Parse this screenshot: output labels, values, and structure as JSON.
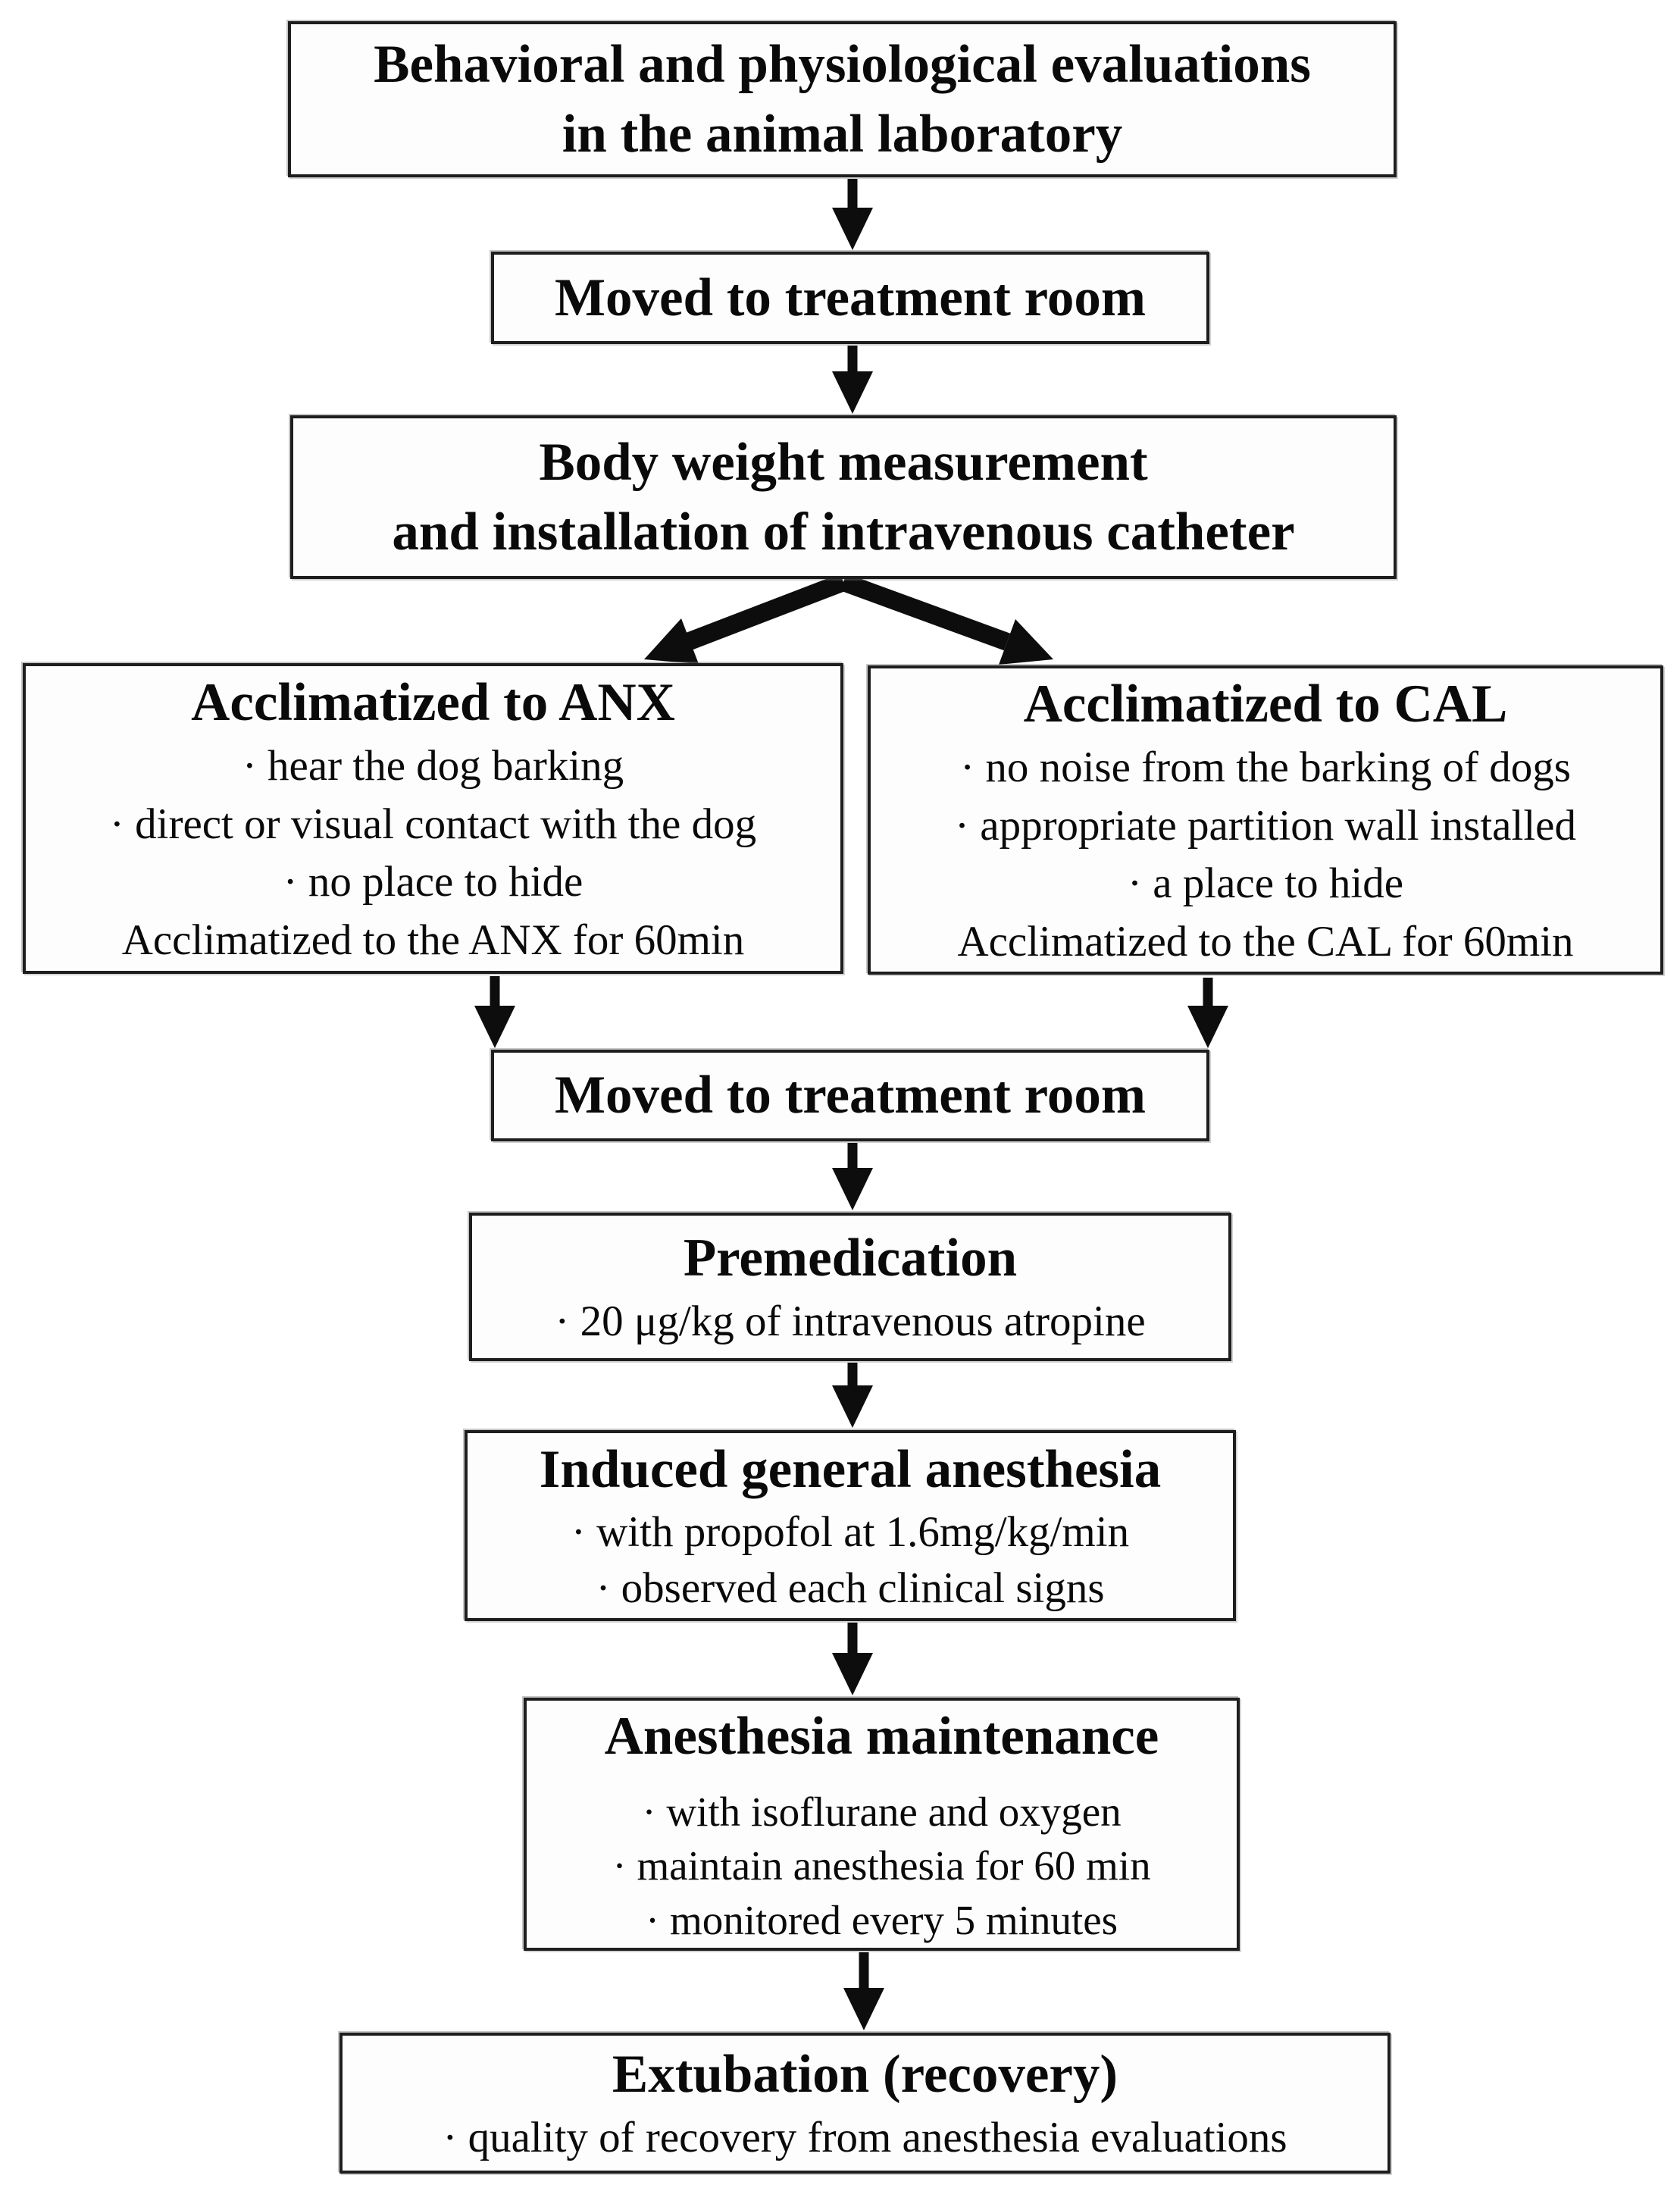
{
  "colors": {
    "ink": "#0d0d0d",
    "background": "#ffffff"
  },
  "boxes": {
    "behavioral": {
      "line1": "Behavioral and physiological evaluations",
      "line2": "in the animal laboratory"
    },
    "moved1": {
      "title": "Moved to treatment room"
    },
    "bodyweight": {
      "line1": "Body weight measurement",
      "line2": "and installation of intravenous catheter"
    },
    "anx": {
      "title": "Acclimatized to ANX",
      "bullets": [
        "· hear the dog barking",
        "· direct or visual contact with the dog",
        "· no place to hide"
      ],
      "footer": "Acclimatized to the ANX for 60min"
    },
    "cal": {
      "title": "Acclimatized to CAL",
      "bullets": [
        "·  no noise from the barking of dogs",
        "·  appropriate partition wall installed",
        "·  a place to hide"
      ],
      "footer": "Acclimatized to the CAL for 60min"
    },
    "moved2": {
      "title": "Moved to treatment room"
    },
    "premedication": {
      "title": "Premedication",
      "bullets": [
        "· 20 μg/kg of intravenous atropine"
      ]
    },
    "induced": {
      "title": "Induced general anesthesia",
      "bullets": [
        "· with propofol at 1.6mg/kg/min",
        "· observed each clinical signs"
      ]
    },
    "maintenance": {
      "title": "Anesthesia maintenance",
      "bullets": [
        "· with isoflurane and oxygen",
        "· maintain anesthesia for 60 min",
        "· monitored every 5 minutes"
      ]
    },
    "extubation": {
      "title": "Extubation (recovery)",
      "bullets": [
        "· quality of recovery from anesthesia evaluations"
      ]
    }
  }
}
